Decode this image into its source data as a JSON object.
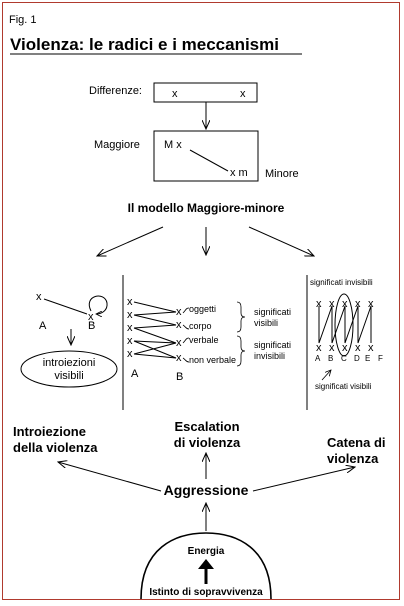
{
  "header": {
    "fig_label": "Fig. 1",
    "title": "Violenza: le radici e i meccanismi"
  },
  "model": {
    "differenze_label": "Differenze:",
    "x_mark": "x",
    "maggiore_label": "Maggiore",
    "minore_label": "Minore",
    "mx_label": "M x",
    "xm_label": "x m",
    "name": "Il  modello Maggiore-minore"
  },
  "left_panel": {
    "a_label": "A",
    "b_label": "B",
    "x_mark": "x",
    "bubble_line1": "introiezioni",
    "bubble_line2": "visibili"
  },
  "middle_panel": {
    "x_mark": "x",
    "a_label": "A",
    "b_label": "B",
    "meanings": [
      "oggetti",
      "corpo",
      "verbale",
      "non verbale"
    ],
    "group1_line1": "significati",
    "group1_line2": "visibili",
    "group2_line1": "significati",
    "group2_line2": "invisibili"
  },
  "right_panel": {
    "top_label": "significati invisibili",
    "bottom_label": "significati visibili",
    "x_mark": "x",
    "letters": [
      "A",
      "B",
      "C",
      "D",
      "E",
      "F"
    ]
  },
  "outcomes": {
    "left_line1": "Introiezione",
    "left_line2": "della violenza",
    "center_line1": "Escalation",
    "center_line2": "di violenza",
    "right_line1": "Catena di",
    "right_line2": "violenza",
    "aggression": "Aggressione"
  },
  "base": {
    "energy": "Energia",
    "instinct": "Istinto di sopravvivenza"
  }
}
